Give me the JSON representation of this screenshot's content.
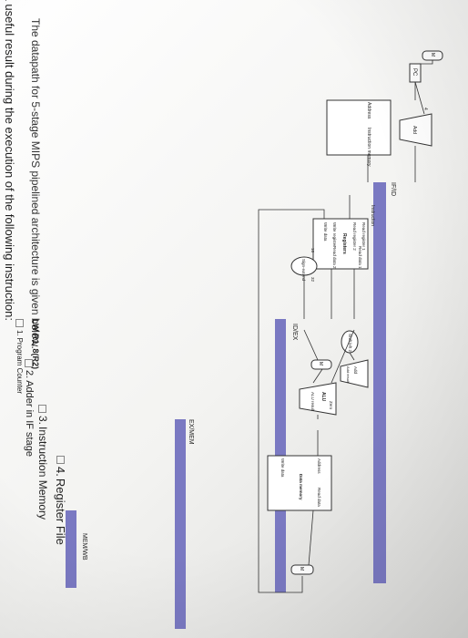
{
  "question": {
    "title": "The datapath for 5-stage MIPS pipelined architecture is given below.",
    "prompt": "Choose all the components that generate a useful result during the execution of the following instruction:",
    "instruction": "LW R1, 8(R2)",
    "options": [
      {
        "num": "1.",
        "label": "Program Counter"
      },
      {
        "num": "2.",
        "label": "Adder in IF stage"
      },
      {
        "num": "3.",
        "label": "Instruction Memory"
      },
      {
        "num": "4.",
        "label": "Register File"
      }
    ]
  },
  "diagram": {
    "pipeline_registers": [
      "IF/ID",
      "ID/EX",
      "EX/MEM",
      "MEM/WB"
    ],
    "labels": {
      "pc": "PC",
      "add_if": "Add",
      "four": "4",
      "address": "Address",
      "instr_mem": "Instruction memory",
      "instruction": "Instruction",
      "read_reg1": "Read register 1",
      "read_reg2": "Read register 2",
      "registers": "Registers",
      "write_reg": "Write register",
      "write_data": "Write data",
      "read_data1": "Read data 1",
      "read_data2": "Read data 2",
      "sign_extend": "Sign-extend",
      "n16": "16",
      "n32": "32",
      "shift": "Shift left 2",
      "add_ex": "Add",
      "add_result": "Add result",
      "alu": "ALU",
      "zero": "Zero",
      "alu_result": "ALU result",
      "mem_address": "Address",
      "read_data": "Read data",
      "data_memory": "Data memory",
      "mem_write_data": "Write data",
      "mux_0": "0",
      "mux_1": "1",
      "mux_M": "M",
      "mux_u": "u",
      "mux_x": "x"
    }
  },
  "colors": {
    "pipeline_register": "#7a79c2",
    "wire": "#333333",
    "background": "#f4f4f2"
  }
}
